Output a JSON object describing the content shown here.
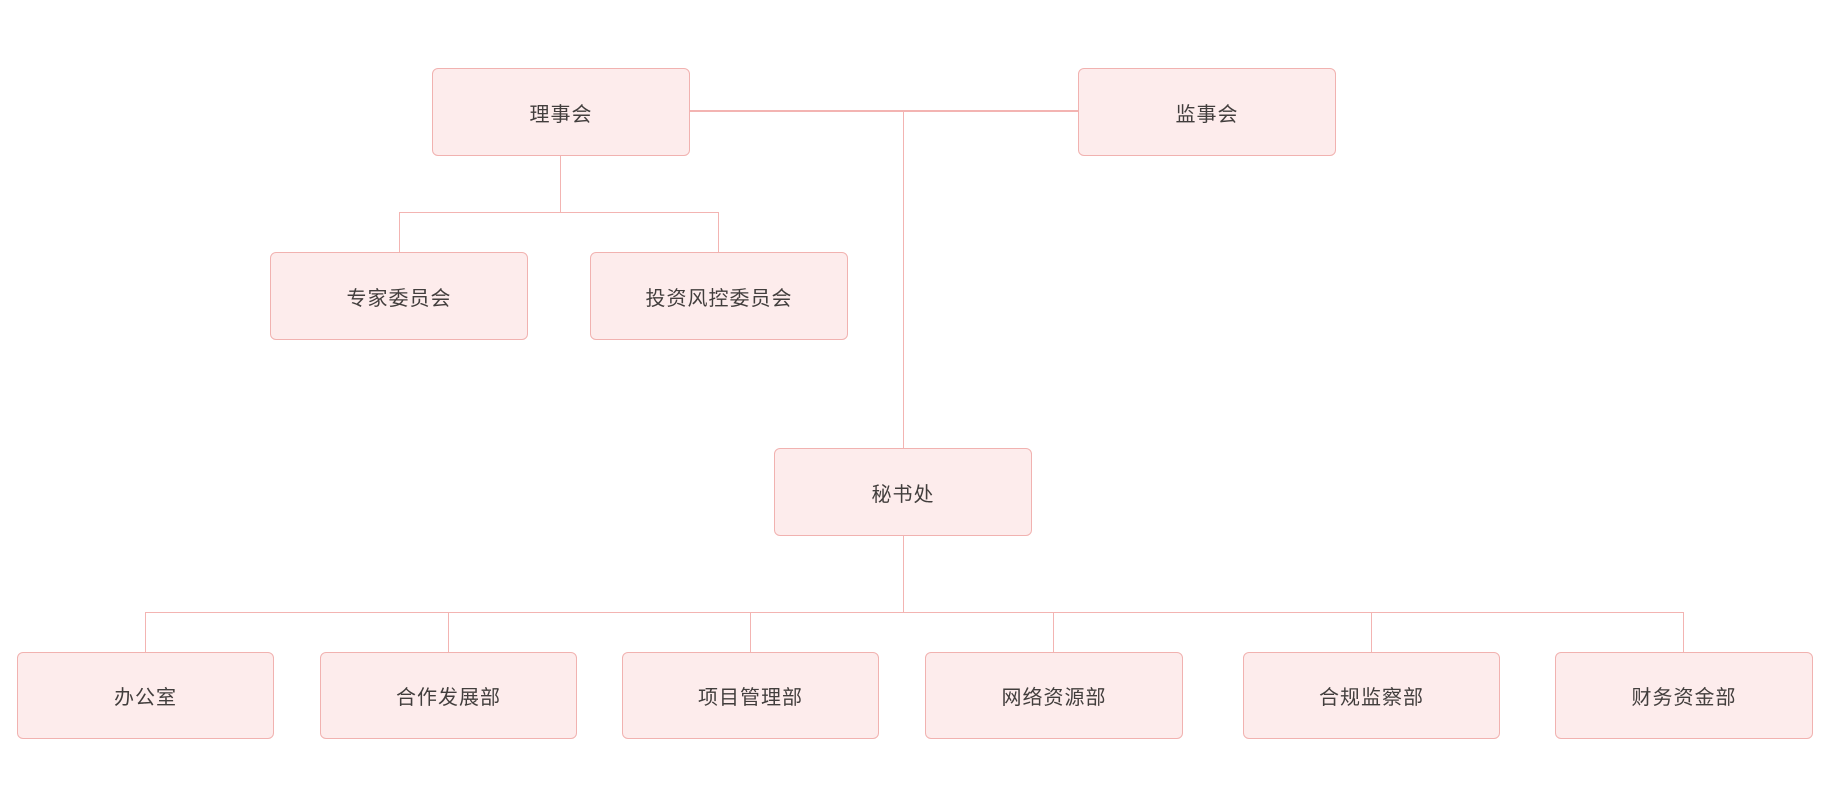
{
  "diagram": {
    "type": "org-chart",
    "colors": {
      "background": "#ffffff",
      "node_fill": "#fdecec",
      "node_border": "#f1b2b0",
      "line": "#f3b4b2",
      "text": "#423e3d"
    },
    "nodes": [
      {
        "id": "board-of-directors",
        "label": "理事会"
      },
      {
        "id": "supervisory-board",
        "label": "监事会"
      },
      {
        "id": "expert-committee",
        "label": "专家委员会"
      },
      {
        "id": "investment-risk-control-committee",
        "label": "投资风控委员会"
      },
      {
        "id": "secretariat",
        "label": "秘书处"
      },
      {
        "id": "office",
        "label": "办公室"
      },
      {
        "id": "cooperation-development-dept",
        "label": "合作发展部"
      },
      {
        "id": "project-management-dept",
        "label": "项目管理部"
      },
      {
        "id": "network-resources-dept",
        "label": "网络资源部"
      },
      {
        "id": "compliance-supervision-dept",
        "label": "合规监察部"
      },
      {
        "id": "finance-funds-dept",
        "label": "财务资金部"
      }
    ],
    "edges": [
      {
        "from": "board-of-directors",
        "to": "supervisory-board",
        "style": "lateral"
      },
      {
        "from": "board-of-directors",
        "to": "expert-committee"
      },
      {
        "from": "board-of-directors",
        "to": "investment-risk-control-committee"
      },
      {
        "from": "board-of-directors",
        "to": "secretariat"
      },
      {
        "from": "secretariat",
        "to": "office"
      },
      {
        "from": "secretariat",
        "to": "cooperation-development-dept"
      },
      {
        "from": "secretariat",
        "to": "project-management-dept"
      },
      {
        "from": "secretariat",
        "to": "network-resources-dept"
      },
      {
        "from": "secretariat",
        "to": "compliance-supervision-dept"
      },
      {
        "from": "secretariat",
        "to": "finance-funds-dept"
      }
    ]
  }
}
